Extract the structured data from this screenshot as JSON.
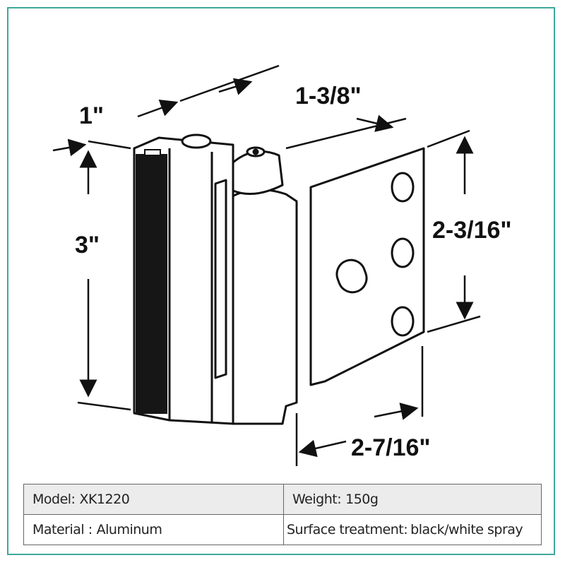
{
  "dimensions": {
    "width_top": "1-3/8\"",
    "depth": "1\"",
    "height": "3\"",
    "plate_height": "2-3/16\"",
    "plate_width": "2-7/16\""
  },
  "specs": {
    "model_label": "Model:",
    "model_value": "XK1220",
    "weight_label": "Weight:",
    "weight_value": "150g",
    "material_label": "Material :",
    "material_value": "Aluminum",
    "surface_label": "Surface treatment:",
    "surface_value": "black/white spray"
  }
}
